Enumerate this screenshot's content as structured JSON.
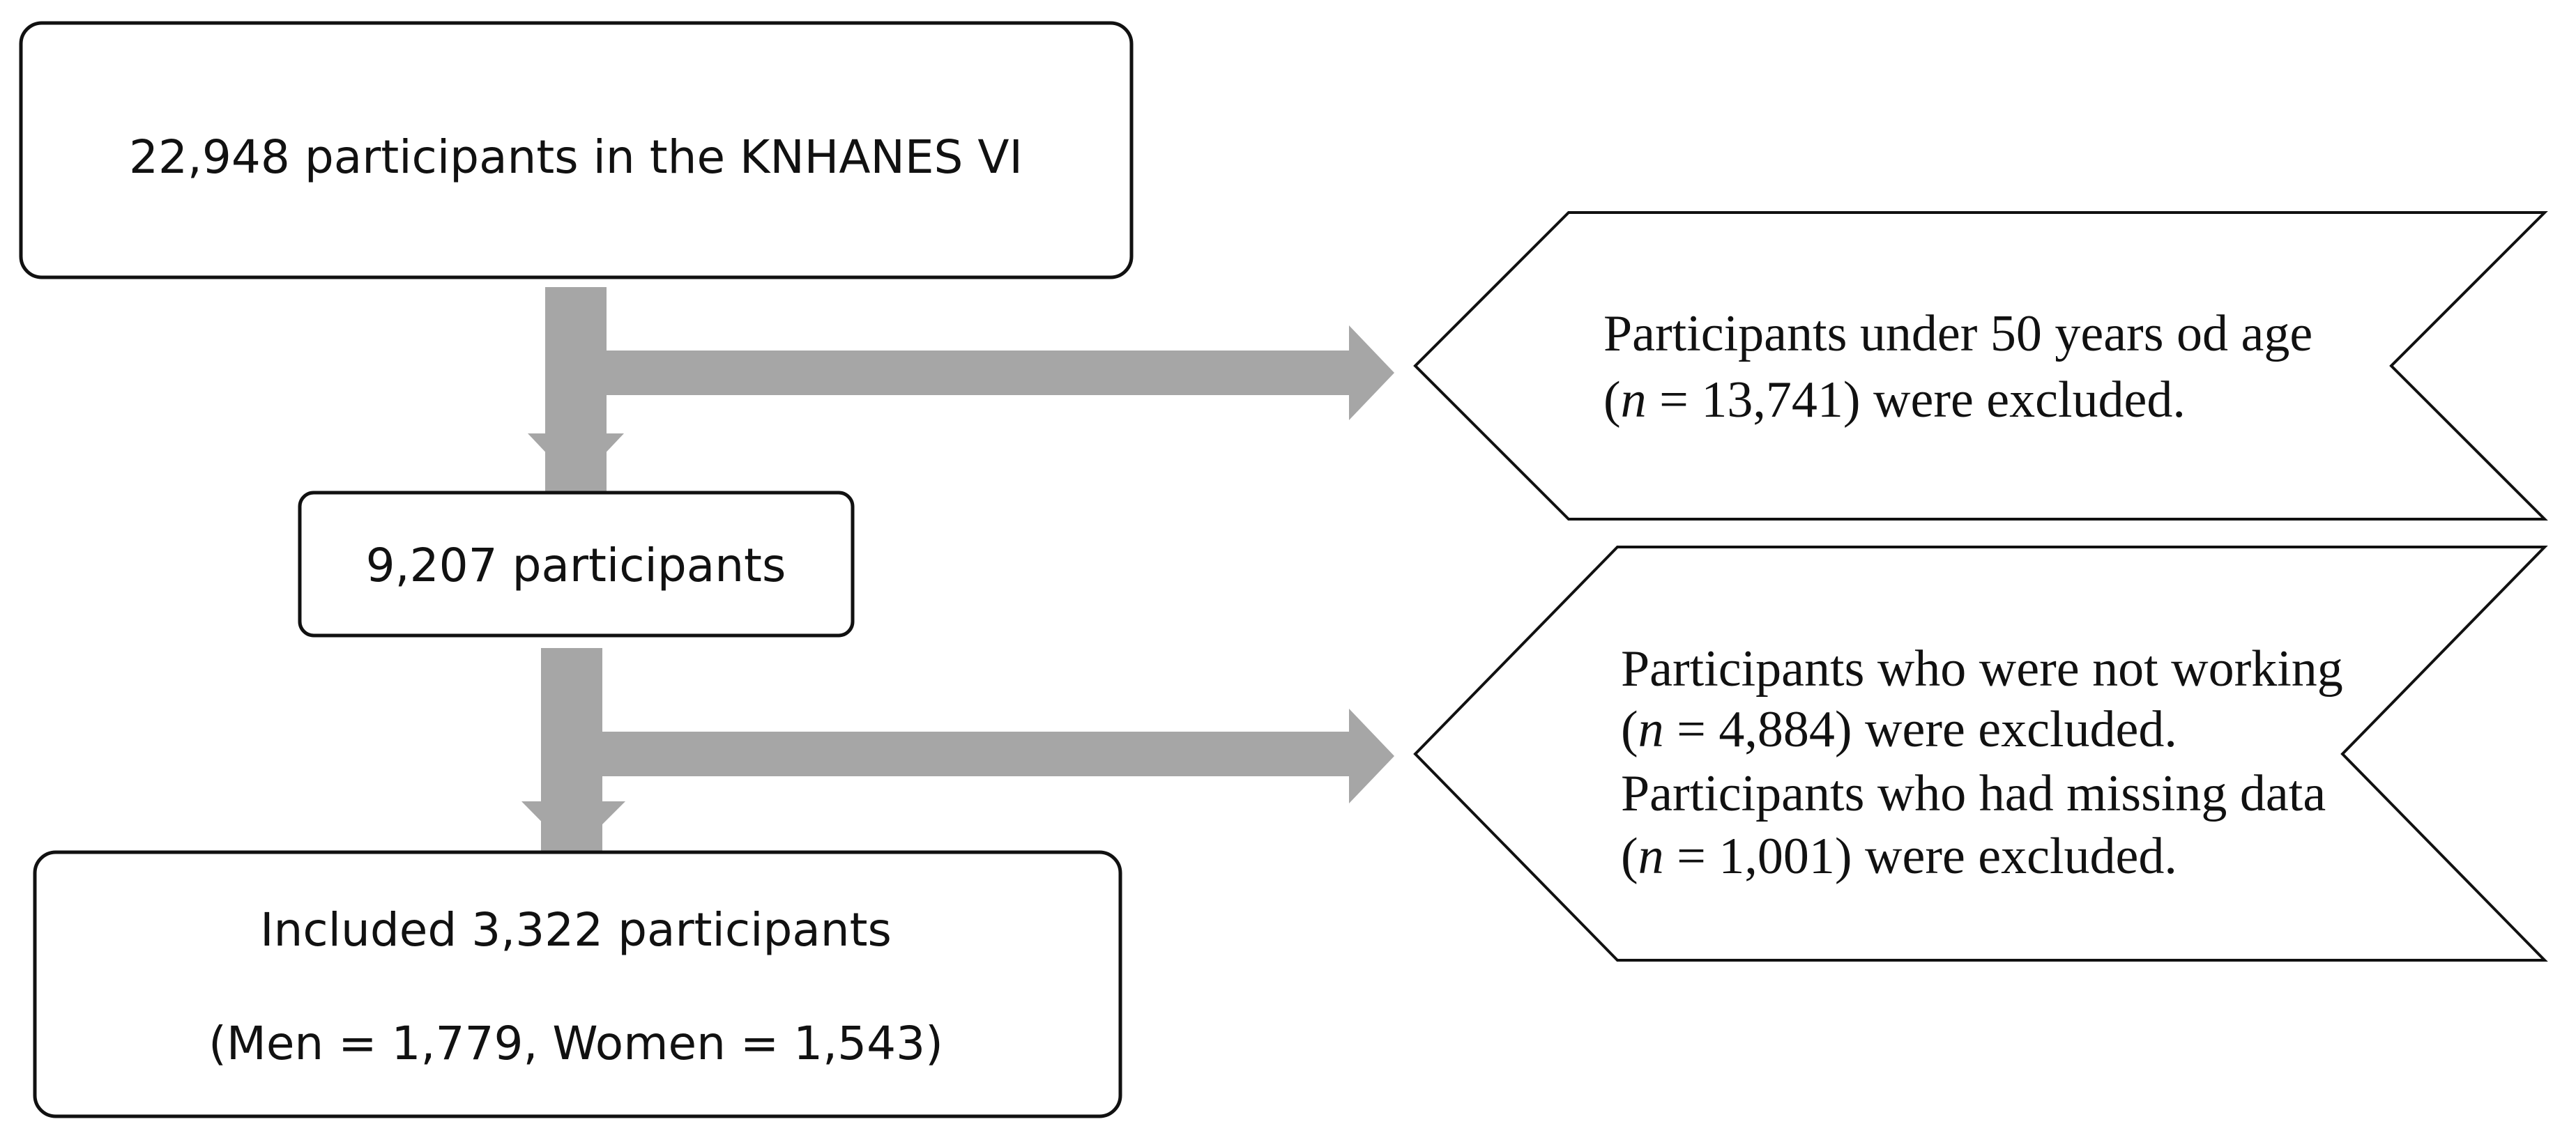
{
  "boxes": {
    "total": "22,948 participants in the KNHANES VI",
    "after_age": "9,207 participants",
    "included_line1": "Included 3,322 participants",
    "included_line2": "(Men = 1,779, Women = 1,543)"
  },
  "exclusions": {
    "age": {
      "line1": "Participants under 50 years od age",
      "n_label": "n",
      "line2_rest": " = 13,741) were excluded."
    },
    "work": {
      "line1": "Participants who were not working",
      "n_label": "n",
      "line2_rest": " = 4,884) were excluded.",
      "line3": "Participants who had missing data",
      "line4_rest": " = 1,001) were excluded."
    }
  },
  "colors": {
    "arrow": "#a6a6a6",
    "border": "#111111",
    "background": "#ffffff"
  }
}
